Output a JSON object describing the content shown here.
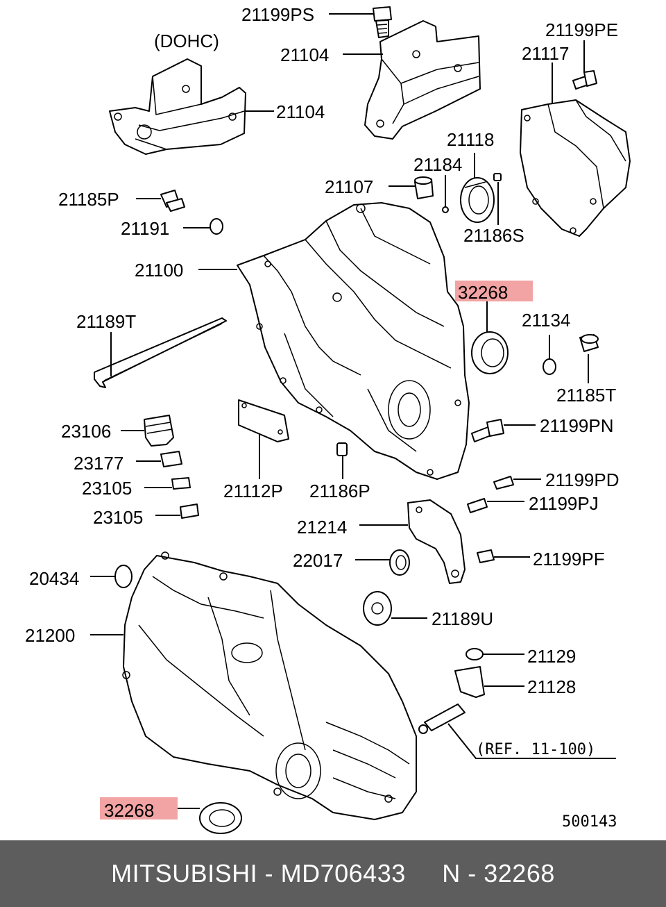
{
  "callouts": {
    "c21199ps": "21199PS",
    "dohc": "(DOHC)",
    "c21104a": "21104",
    "c21104b": "21104",
    "c21199pe": "21199PE",
    "c21117": "21117",
    "c21118": "21118",
    "c21184": "21184",
    "c21107": "21107",
    "c21185p": "21185P",
    "c21186s": "21186S",
    "c21191": "21191",
    "c21100": "21100",
    "c32268top": "32268",
    "c21134": "21134",
    "c21189t": "21189T",
    "c21185t": "21185T",
    "c23106": "23106",
    "c21199pn": "21199PN",
    "c23177": "23177",
    "c23105a": "23105",
    "c21112p": "21112P",
    "c21186p": "21186P",
    "c21199pd": "21199PD",
    "c23105b": "23105",
    "c21199pj": "21199PJ",
    "c21214": "21214",
    "c22017": "22017",
    "c21199pf": "21199PF",
    "c20434": "20434",
    "c21189u": "21189U",
    "c21200": "21200",
    "c21129": "21129",
    "c21128": "21128",
    "ref": "(REF. 11-100)",
    "c32268bottom": "32268",
    "fig": "500143"
  },
  "highlight_color": "#f2a3a3",
  "footer": {
    "text": "MITSUBISHI - MD706433     N - 32268",
    "background": "#5d5d5d"
  }
}
